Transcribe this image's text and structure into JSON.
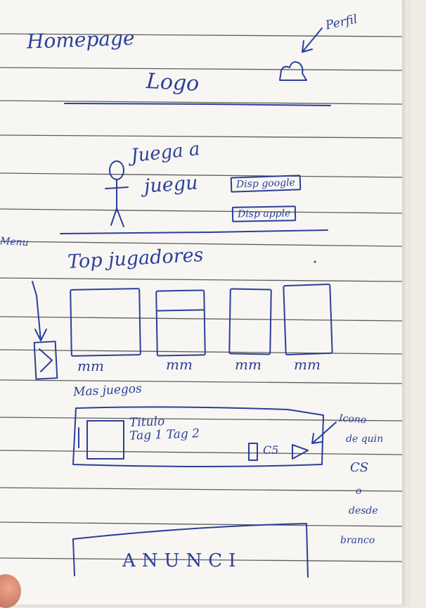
{
  "header": {
    "page_label": "Homepage",
    "logo_text": "Logo",
    "profile_note": "Perfil"
  },
  "hero": {
    "headline_line1": "Juega a",
    "headline_line2": "juegu",
    "button1_label": "Disp google",
    "button2_label": "Disp apple"
  },
  "top_players": {
    "title": "Top jugadores",
    "side_note": "Menu",
    "placeholders": [
      "mm",
      "mm",
      "mm",
      "mm"
    ]
  },
  "more_games": {
    "title": "Mas juegos",
    "card_title": "Titulo",
    "card_tags": "Tag 1 Tag 2",
    "platform_icon": "C5",
    "annotation_lines": [
      "Icono",
      "de quin",
      "CS",
      "o",
      "desde",
      "branco"
    ]
  },
  "ad": {
    "label": "ANUNCI"
  },
  "colors": {
    "ink": "#2c3f9a",
    "paper": "#f7f6f3",
    "rule_line": "#1f1f1f"
  }
}
